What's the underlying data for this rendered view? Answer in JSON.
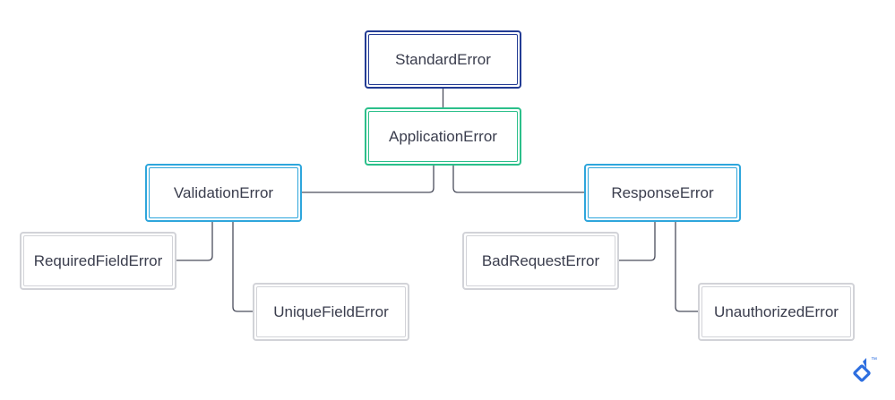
{
  "diagram": {
    "nodes": {
      "standard": "StandardError",
      "application": "ApplicationError",
      "validation": "ValidationError",
      "response": "ResponseError",
      "required": "RequiredFieldError",
      "unique": "UniqueFieldError",
      "badrequest": "BadRequestError",
      "unauthorized": "UnauthorizedError"
    },
    "edges": [
      [
        "StandardError",
        "ApplicationError"
      ],
      [
        "ApplicationError",
        "ValidationError"
      ],
      [
        "ApplicationError",
        "ResponseError"
      ],
      [
        "ValidationError",
        "RequiredFieldError"
      ],
      [
        "ValidationError",
        "UniqueFieldError"
      ],
      [
        "ResponseError",
        "BadRequestError"
      ],
      [
        "ResponseError",
        "UnauthorizedError"
      ]
    ]
  },
  "colors": {
    "root": "#233c94",
    "application": "#2bbf8a",
    "middle": "#2ea6dc",
    "leaf": "#d2d3d8",
    "connector": "#4a4d5c",
    "text": "#3a3d4d",
    "logo": "#2e6fe0"
  },
  "logo": {
    "icon": "toptal-logo-icon",
    "trademark": "™"
  }
}
